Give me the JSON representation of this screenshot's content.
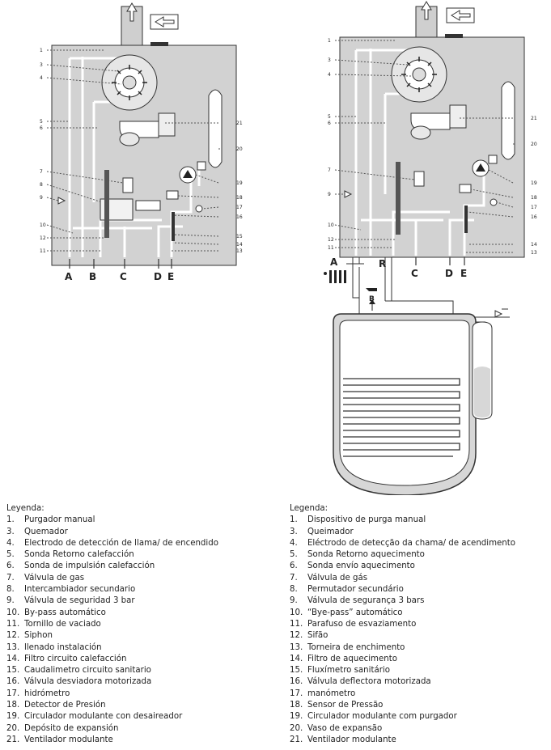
{
  "left_diagram": {
    "callouts": {
      "left": [
        "1",
        "3",
        "4",
        "5",
        "6",
        "7",
        "8",
        "9",
        "10",
        "12",
        "11"
      ],
      "right": [
        "21",
        "20",
        "19",
        "18",
        "17",
        "16",
        "15",
        "14",
        "13"
      ]
    },
    "ports": [
      "A",
      "B",
      "C",
      "D",
      "E"
    ]
  },
  "right_diagram": {
    "callouts": {
      "left": [
        "1",
        "3",
        "4",
        "5",
        "6",
        "7",
        "9",
        "10",
        "12",
        "11"
      ],
      "right": [
        "21",
        "20",
        "19",
        "18",
        "17",
        "16",
        "14",
        "13"
      ]
    },
    "ports": [
      "A",
      "R",
      "C",
      "D",
      "E",
      "B"
    ]
  },
  "legend_es": {
    "title": "Leyenda:",
    "items": [
      {
        "num": "1.",
        "text": "Purgador manual"
      },
      {
        "num": "3.",
        "text": "Quemador"
      },
      {
        "num": "4.",
        "text": "Electrodo de detección de llama/ de encendido"
      },
      {
        "num": "5.",
        "text": "Sonda Retorno calefacción"
      },
      {
        "num": "6.",
        "text": "Sonda de impulsión calefacción"
      },
      {
        "num": "7.",
        "text": "Válvula de gas"
      },
      {
        "num": "8.",
        "text": "Intercambiador secundario"
      },
      {
        "num": "9.",
        "text": "Válvula de seguridad 3 bar"
      },
      {
        "num": "10.",
        "text": "By-pass automático"
      },
      {
        "num": "11.",
        "text": "Tornillo de vaciado"
      },
      {
        "num": "12.",
        "text": "Siphon"
      },
      {
        "num": "13.",
        "text": "llenado instalación"
      },
      {
        "num": "14.",
        "text": "Filtro circuito calefacción"
      },
      {
        "num": "15.",
        "text": "Caudalimetro circuito sanitario"
      },
      {
        "num": "16.",
        "text": "Válvula desviadora motorizada"
      },
      {
        "num": "17.",
        "text": "hidrómetro"
      },
      {
        "num": "18.",
        "text": "Detector de Presión"
      },
      {
        "num": "19.",
        "text": "Circulador modulante con desaireador"
      },
      {
        "num": "20.",
        "text": "Depósito de expansión"
      },
      {
        "num": "21.",
        "text": "Ventilador modulante"
      }
    ]
  },
  "legend_pt": {
    "title": "Legenda:",
    "items": [
      {
        "num": "1.",
        "text": "Dispositivo de purga manual"
      },
      {
        "num": "3.",
        "text": "Queimador"
      },
      {
        "num": "4.",
        "text": "Eléctrodo de detecção da chama/ de acendimento"
      },
      {
        "num": "5.",
        "text": "Sonda Retorno aquecimento"
      },
      {
        "num": "6.",
        "text": "Sonda envío aquecimento"
      },
      {
        "num": "7.",
        "text": "Válvula de gás"
      },
      {
        "num": "8.",
        "text": "Permutador secundário"
      },
      {
        "num": "9.",
        "text": "Válvula de segurança 3 bars"
      },
      {
        "num": "10.",
        "text": "“Bye-pass” automático"
      },
      {
        "num": "11.",
        "text": "Parafuso de esvaziamento"
      },
      {
        "num": "12.",
        "text": "Sifão"
      },
      {
        "num": "13.",
        "text": "Torneira de enchimento"
      },
      {
        "num": "14.",
        "text": "Filtro de aquecimento"
      },
      {
        "num": "15.",
        "text": "Fluxímetro sanitário"
      },
      {
        "num": "16.",
        "text": "Válvula deflectora motorizada"
      },
      {
        "num": "17.",
        "text": "manómetro"
      },
      {
        "num": "18.",
        "text": "Sensor de Pressão"
      },
      {
        "num": "19.",
        "text": "Circulador modulante com purgador"
      },
      {
        "num": "20.",
        "text": "Vaso de expansão"
      },
      {
        "num": "21.",
        "text": "Ventilador modulante"
      }
    ]
  }
}
